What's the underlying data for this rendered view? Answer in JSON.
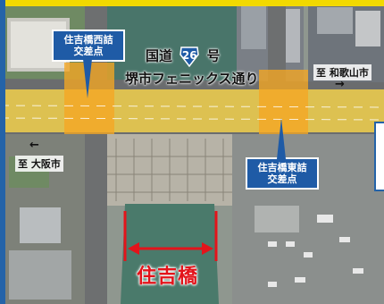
{
  "map": {
    "road": {
      "prefix": "国道",
      "route_number": "26",
      "suffix": "号",
      "name": "堺市フェニックス通り"
    },
    "intersections": [
      {
        "line1": "住吉橋西詰",
        "line2": "交差点"
      },
      {
        "line1": "住吉橋東詰",
        "line2": "交差点"
      }
    ],
    "directions": {
      "east": {
        "text": "至 和歌山市",
        "arrow": "→"
      },
      "west": {
        "text": "至 大阪市",
        "arrow": "←"
      }
    },
    "bridge": {
      "label": "住吉橋"
    },
    "colors": {
      "road_highlight": "#f7d44a",
      "intersection_highlight": "#f5a623",
      "callout_bg": "#1f5ba6",
      "bridge_label": "#e3141b",
      "frame_top": "#f2d900"
    },
    "icons": [
      "route-shield-icon",
      "arrow-right-icon",
      "arrow-left-icon",
      "span-arrow-icon"
    ]
  }
}
